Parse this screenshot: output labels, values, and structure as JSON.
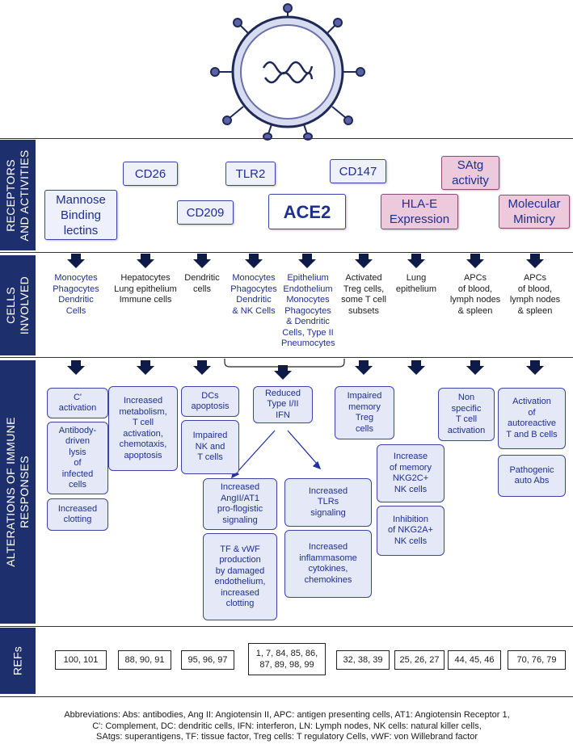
{
  "sections": {
    "receptors": "RECEPTORS\nAND ACTIVITIES",
    "cells": "CELLS\nINVOLVED",
    "alterations": "ALTERATIONS OF IMMUNE\nRESPONSES",
    "refs": "REFs"
  },
  "receptors": {
    "mannose": "Mannose\nBinding\nlectins",
    "cd26": "CD26",
    "cd209": "CD209",
    "tlr2": "TLR2",
    "ace2": "ACE2",
    "cd147": "CD147",
    "hla_e": "HLA-E\nExpression",
    "satg": "SAtg\nactivity",
    "molecular": "Molecular\nMimicry"
  },
  "cells": [
    "Monocytes\nPhagocytes\nDendritic\nCells",
    "Hepatocytes\nLung epithelium\nImmune cells",
    "Dendritic\ncells",
    "Monocytes\nPhagocytes\nDendritic\n& NK Cells",
    "Epithelium\nEndothelium\nMonocytes\nPhagocytes\n& Dendritic\nCells, Type II\nPneumocytes",
    "Activated\nTreg cells,\nsome T cell\nsubsets",
    "Lung\nepithelium",
    "APCs\nof blood,\nlymph nodes\n& spleen",
    "APCs\nof blood,\nlymph nodes\n& spleen"
  ],
  "alterations": {
    "c_activation": "C'\nactivation",
    "antibody_lysis": "Antibody-\ndriven\nlysis\nof\ninfected\ncells",
    "increased_clotting": "Increased\nclotting",
    "metabolism": "Increased\nmetabolism,\nT cell\nactivation,\nchemotaxis,\napoptosis",
    "dcs_apoptosis": "DCs\napoptosis",
    "impaired_nk": "Impaired\nNK and\nT cells",
    "reduced_ifn": "Reduced\nType I/II\nIFN",
    "angii": "Increased\nAngII/AT1\npro-flogistic\nsignaling",
    "tf_vwf": "TF & vWF\nproduction\nby damaged\nendothelium,\nincreased\nclotting",
    "tlrs": "Increased\nTLRs\nsignaling",
    "inflammasome": "Increased\ninflammasome\ncytokines,\nchemokines",
    "impaired_treg": "Impaired\nmemory\nTreg\ncells",
    "memory_nkg2c": "Increase\nof memory\nNKG2C+\nNK cells",
    "inhibition_nkg2a": "Inhibition\nof NKG2A+\nNK cells",
    "non_specific": "Non\nspecific\nT cell\nactivation",
    "autoreactive": "Activation\nof\nautoreactive\nT and B cells",
    "pathogenic": "Pathogenic\nauto Abs"
  },
  "refs": [
    "100, 101",
    "88, 90, 91",
    "95, 96, 97",
    "1, 7, 84, 85, 86,\n87, 89, 98, 99",
    "32, 38, 39",
    "25, 26, 27",
    "44, 45, 46",
    "70, 76, 79"
  ],
  "footer": "Abbreviations: Abs: antibodies, Ang II: Angiotensin II, APC: antigen presenting cells, AT1: Angiotensin Receptor 1,\nC': Complement, DC: dendritic cells, IFN: interferon,  LN: Lymph nodes, NK cells: natural killer cells,\nSAtgs: superantigens, TF: tissue factor, Treg cells: T regulatory Cells, vWF: von Willebrand factor",
  "colors": {
    "section_band": "#1e2f6e",
    "receptor_box": "#eef0fb",
    "receptor_pink": "#edc9dc",
    "alteration_box": "#e4e8f7",
    "text_blue": "#1e2f8f",
    "arrow": "#0d1a4a"
  },
  "icons": [
    "virus-icon",
    "down-arrow-icon"
  ]
}
